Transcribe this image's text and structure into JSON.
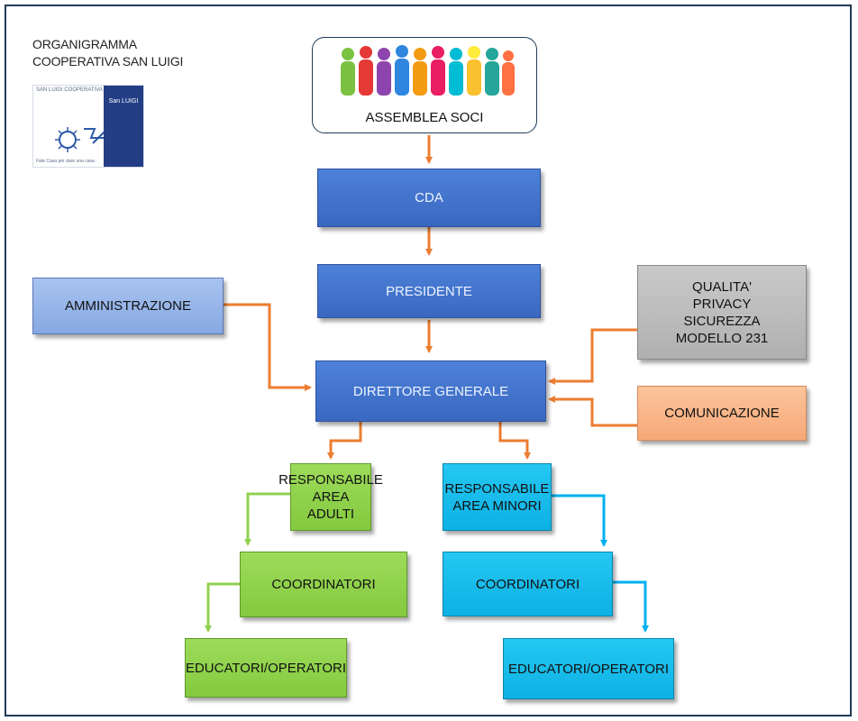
{
  "header": {
    "title_line1": "ORGANIGRAMMA",
    "title_line2": "COOPERATIVA SAN LUIGI"
  },
  "logo": {
    "top_text": "SAN LUIGI COOPERATIVA",
    "brand": "San LUIGI",
    "bottom_text": "Fate Casa per dare una casa"
  },
  "nodes": {
    "assemblea": "ASSEMBLEA SOCI",
    "cda": "CDA",
    "presidente": "PRESIDENTE",
    "amministrazione": "AMMINISTRAZIONE",
    "qualita": [
      "QUALITA'",
      "PRIVACY",
      "SICUREZZA",
      "MODELLO 231"
    ],
    "direttore": "DIRETTORE GENERALE",
    "comunicazione": "COMUNICAZIONE",
    "resp_adulti": [
      "RESPONSABILE",
      "AREA ADULTI"
    ],
    "resp_minori": [
      "RESPONSABILE",
      "AREA MINORI"
    ],
    "coord_adulti": "COORDINATORI",
    "coord_minori": "COORDINATORI",
    "educ_adulti": "EDUCATORI/OPERATORI",
    "educ_minori": "EDUCATORI/OPERATORI"
  },
  "colors": {
    "orange_connector": "#ed7d31",
    "green_connector": "#92d050",
    "cyan_connector": "#00b0f0"
  }
}
